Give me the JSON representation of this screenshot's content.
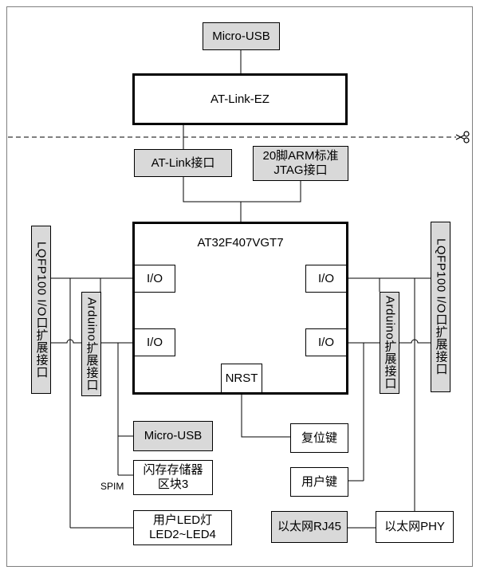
{
  "blocks": {
    "micro_usb_top": "Micro-USB",
    "at_link_ez": "AT-Link-EZ",
    "at_link_port": "AT-Link接口",
    "jtag_line1": "20脚ARM标准",
    "jtag_line2": "JTAG接口",
    "mcu": "AT32F407VGT7",
    "io_left_top": "I/O",
    "io_left_bottom": "I/O",
    "io_right_top": "I/O",
    "io_right_bottom": "I/O",
    "nrst": "NRST",
    "lqfp_left": "LQFP100 I/O口扩展接口",
    "arduino_left": "Arduino扩展接口",
    "arduino_right": "Arduino扩展接口",
    "lqfp_right": "LQFP100 I/O口扩展接口",
    "micro_usb_bottom": "Micro-USB",
    "flash_line1": "闪存存储器",
    "flash_line2": "区块3",
    "spim": "SPIM",
    "led_line1": "用户LED灯",
    "led_line2": "LED2~LED4",
    "reset_key": "复位键",
    "user_key": "用户键",
    "ethernet_rj45": "以太网RJ45",
    "ethernet_phy": "以太网PHY"
  },
  "colors": {
    "grey_fill": "#d9d9d9",
    "line": "#000000",
    "frame": "#7f7f7f"
  },
  "icons": {
    "scissors": "scissors-icon"
  }
}
